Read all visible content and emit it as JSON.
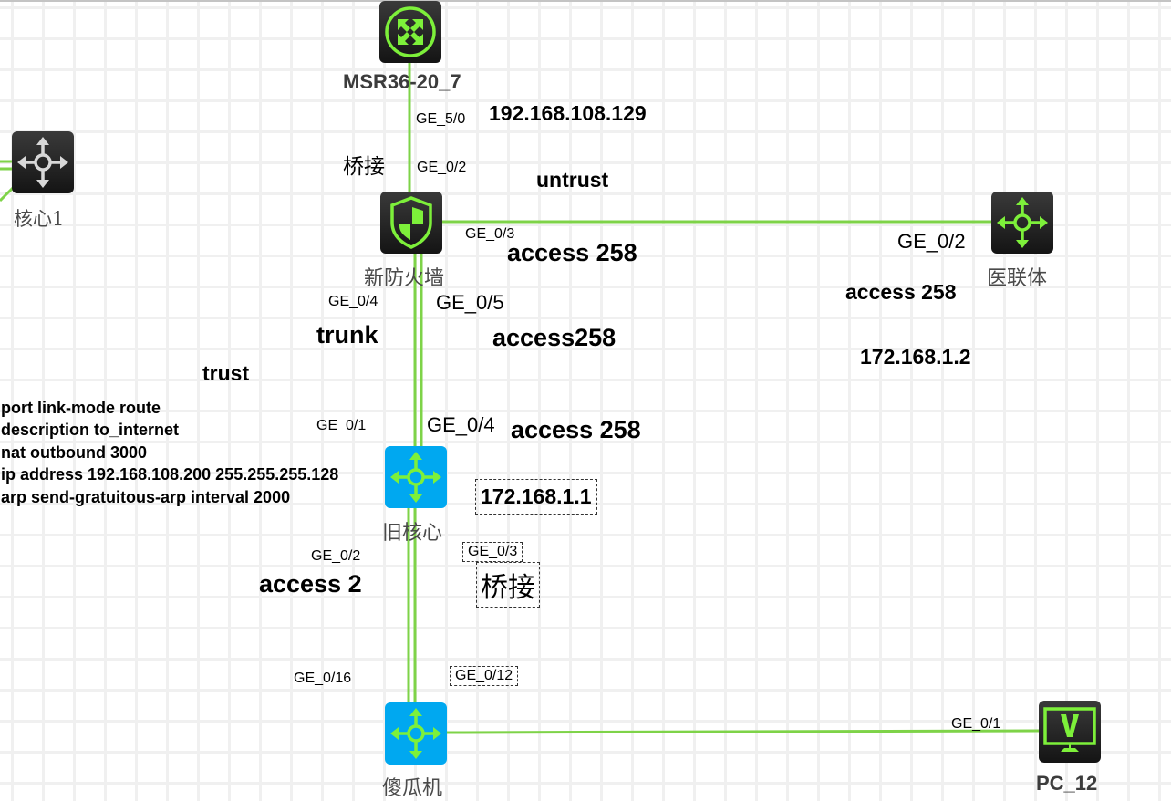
{
  "devices": {
    "router": {
      "name": "MSR36-20_7",
      "icon": "router-icon"
    },
    "core1": {
      "name": "核心1",
      "icon": "l3-switch-icon"
    },
    "firewall": {
      "name": "新防火墙",
      "icon": "firewall-shield-icon"
    },
    "yiliant": {
      "name": "医联体",
      "icon": "l3-switch-icon"
    },
    "oldcore": {
      "name": "旧核心",
      "icon": "l3-switch-icon"
    },
    "dumb": {
      "name": "傻瓜机",
      "icon": "l3-switch-icon"
    },
    "pc": {
      "name": "PC_12",
      "icon": "pc-monitor-icon"
    }
  },
  "ports": {
    "router_ge50": "GE_5/0",
    "fw_ge02": "GE_0/2",
    "fw_ge03": "GE_0/3",
    "yl_ge02": "GE_0/2",
    "fw_ge04": "GE_0/4",
    "fw_ge05": "GE_0/5",
    "oc_ge01": "GE_0/1",
    "oc_ge04": "GE_0/4",
    "oc_ge02": "GE_0/2",
    "oc_ge03": "GE_0/3",
    "dumb_ge016": "GE_0/16",
    "dumb_ge012": "GE_0/12",
    "pc_ge01": "GE_0/1"
  },
  "annotations": {
    "router_ip": "192.168.108.129",
    "bridge_top": "桥接",
    "untrust": "untrust",
    "access258_fw_yl": "access 258",
    "access258_yl": "access 258",
    "yl_ip": "172.168.1.2",
    "trunk": "trunk",
    "access258_fw05": "access258",
    "trust": "trust",
    "access258_oc04": "access 258",
    "oc_ip": "172.168.1.1",
    "access2": "access 2",
    "bridge_bottom": "桥接",
    "config_lines": [
      "port link-mode route",
      "description to_internet",
      "nat outbound 3000",
      "ip address 192.168.108.200 255.255.255.128",
      "arp send-gratuitous-arp interval 2000"
    ]
  },
  "colors": {
    "link": "#7ed348",
    "icon_green": "#7df03a",
    "switch_blue": "#00a8f0",
    "device_dark": "#1e1e1e",
    "grid": "#f0f0f0"
  }
}
